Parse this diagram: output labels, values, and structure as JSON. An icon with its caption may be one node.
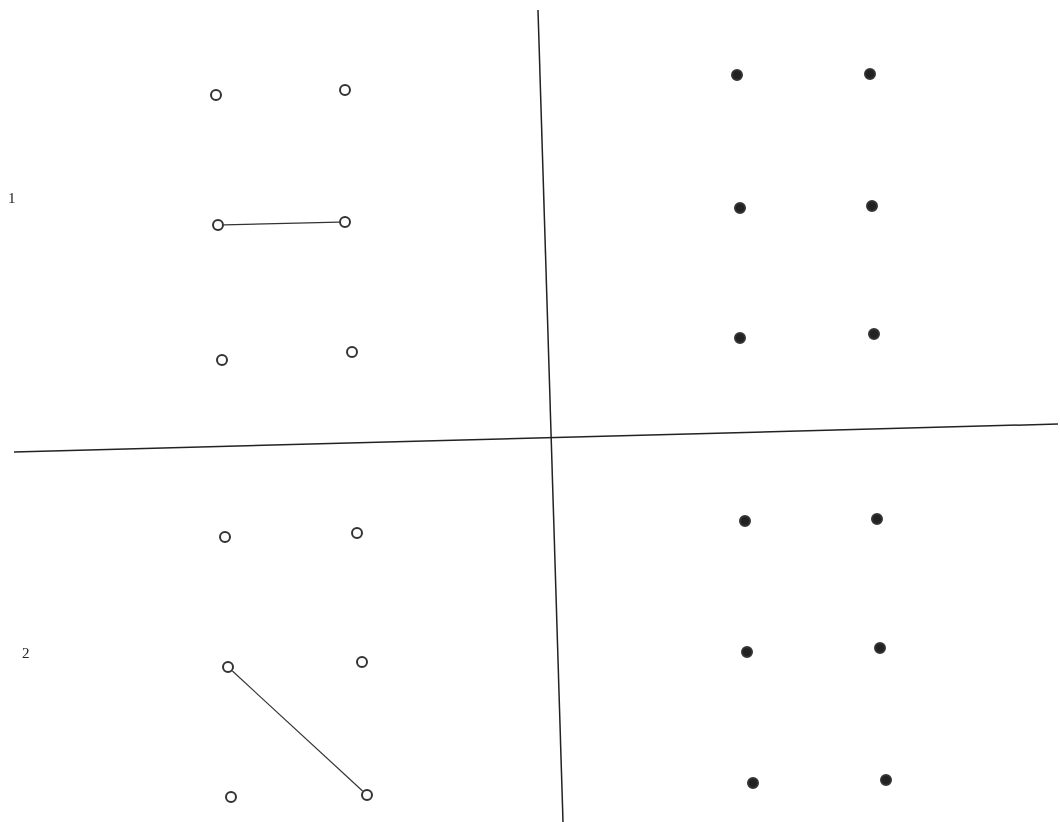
{
  "diagram": {
    "nodes": [
      {
        "text": [],
        "shape": "circle"
      },
      {
        "text": [],
        "shape": "circle"
      },
      {
        "text": [],
        "shape": "circle"
      },
      {
        "text": [],
        "shape": "circle"
      },
      {
        "text": [],
        "shape": "circle"
      },
      {
        "text": [],
        "shape": "circle"
      },
      {
        "text": [],
        "shape": "dot"
      },
      {
        "text": [],
        "shape": "dot"
      },
      {
        "text": [],
        "shape": "dot"
      },
      {
        "text": [],
        "shape": "dot"
      },
      {
        "text": [],
        "shape": "dot"
      },
      {
        "text": [],
        "shape": "dot"
      },
      {
        "text": [],
        "shape": "circle"
      },
      {
        "text": [],
        "shape": "circle"
      },
      {
        "text": [],
        "shape": "circle"
      },
      {
        "text": [],
        "shape": "circle"
      },
      {
        "text": [],
        "shape": "circle"
      },
      {
        "text": [],
        "shape": "circle"
      },
      {
        "text": [],
        "shape": "dot"
      },
      {
        "text": [],
        "shape": "dot"
      },
      {
        "text": [],
        "shape": "dot"
      },
      {
        "text": [],
        "shape": "dot"
      },
      {
        "text": [],
        "shape": "dot"
      },
      {
        "text": [],
        "shape": "dot"
      }
    ],
    "edges": [
      {
        "from": 2,
        "to": 3,
        "arrow": "none"
      },
      {
        "from": 14,
        "to": 17,
        "arrow": "none"
      }
    ],
    "labels": [
      "1",
      "2"
    ]
  }
}
